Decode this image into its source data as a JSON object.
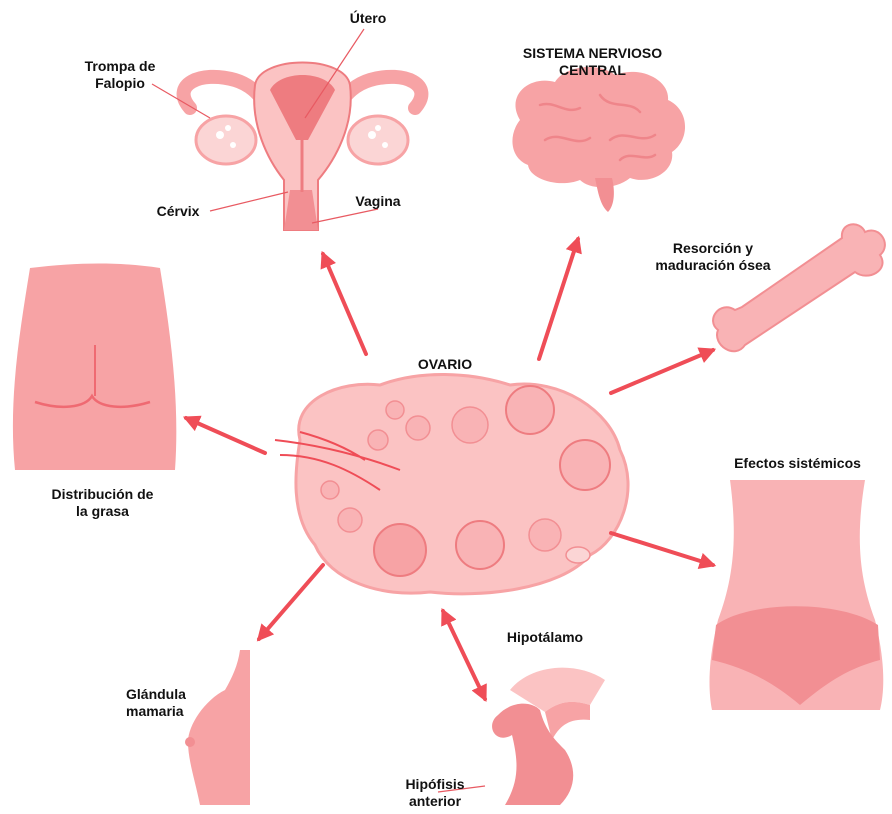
{
  "title": "OVARIO",
  "labels": {
    "utero": "Útero",
    "trompa": "Trompa de\nFalopio",
    "cervix": "Cérvix",
    "vagina": "Vagina",
    "snc": "SISTEMA NERVIOSO\nCENTRAL",
    "hueso": "Resorción y\nmaduración ósea",
    "grasa": "Distribución de\nla grasa",
    "sistemicos": "Efectos sistémicos",
    "hipotalamo": "Hipotálamo",
    "hipofisis": "Hipófisis\nanterior",
    "mama": "Glándula\nmamaria"
  },
  "colors": {
    "arrow": "#ef4d57",
    "organ_light": "#fbc3c3",
    "organ_mid": "#f7a3a5",
    "organ_dark": "#ee7c80",
    "line": "#e85a62"
  },
  "icons": [
    "uterus-icon",
    "brain-icon",
    "bone-icon",
    "hip-icon",
    "ovary-icon",
    "waist-icon",
    "breast-icon",
    "pituitary-icon"
  ]
}
